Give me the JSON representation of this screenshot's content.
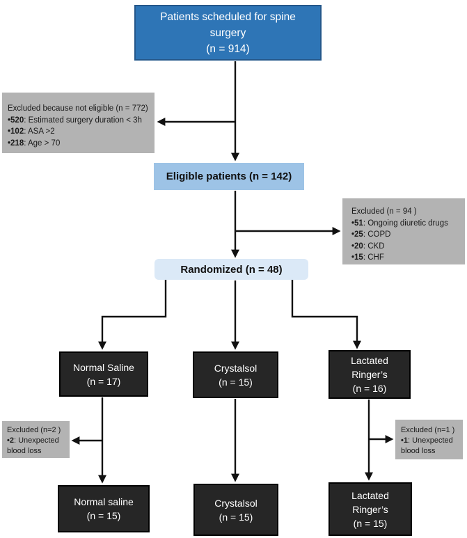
{
  "diagram": {
    "enrollment": {
      "lines": [
        "Patients scheduled for spine",
        "surgery",
        "(n = 914)"
      ]
    },
    "excluded_not_eligible": {
      "title": "Excluded because not eligible (n = 772)",
      "items": [
        {
          "label": "•520",
          "desc": ": Estimated surgery duration < 3h"
        },
        {
          "label": "•102",
          "desc": ": ASA >2"
        },
        {
          "label": "•218",
          "desc": ": Age > 70"
        }
      ]
    },
    "eligible": {
      "label": "Eligible patients (n = 142)"
    },
    "excluded_before_randomization": {
      "title": "Excluded (n = 94 )",
      "items": [
        {
          "label": "•51",
          "desc": ": Ongoing diuretic drugs"
        },
        {
          "label": "•25",
          "desc": ": COPD"
        },
        {
          "label": "•20",
          "desc": ": CKD"
        },
        {
          "label": "•15",
          "desc": ": CHF"
        }
      ]
    },
    "randomized": {
      "label": "Randomized (n = 48)"
    },
    "arms": [
      {
        "lines": [
          "Normal Saline",
          "(n = 17)"
        ]
      },
      {
        "lines": [
          "Crystalsol",
          "(n = 15)"
        ]
      },
      {
        "lines": [
          "Lactated",
          "Ringer’s",
          "(n = 16)"
        ]
      }
    ],
    "excluded_normal_saline": {
      "title": "Excluded (n=2 )",
      "items": [
        {
          "label": "•2",
          "desc": ": Unexpected blood loss"
        }
      ]
    },
    "excluded_lactated": {
      "title": "Excluded (n=1 )",
      "items": [
        {
          "label": "•1",
          "desc": ": Unexpected blood loss"
        }
      ]
    },
    "final": [
      {
        "lines": [
          "Normal saline",
          "(n = 15)"
        ]
      },
      {
        "lines": [
          "Crystalsol",
          "(n = 15)"
        ]
      },
      {
        "lines": [
          "Lactated",
          "Ringer’s",
          "(n = 15)"
        ]
      }
    ],
    "colors": {
      "enrollment_fill": "#2e75b6",
      "enrollment_border": "#24578a",
      "eligible_fill": "#9dc3e6",
      "randomized_fill": "#dbe9f7",
      "excluded_fill": "#b3b3b3",
      "arm_fill": "#262626",
      "arrow": "#111111"
    }
  }
}
